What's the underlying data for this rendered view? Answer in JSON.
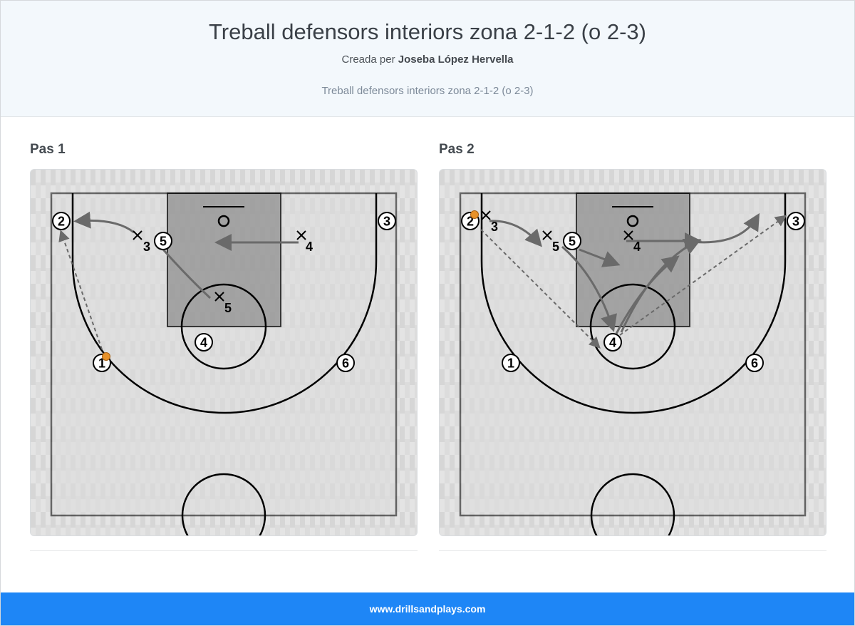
{
  "header": {
    "title": "Treball defensors interiors zona 2-1-2 (o 2-3)",
    "author_prefix": "Creada per",
    "author_name": "Joseba López Hervella",
    "subtitle": "Treball defensors interiors zona 2-1-2 (o 2-3)"
  },
  "steps": [
    {
      "title": "Pas 1",
      "offense": [
        {
          "label": "1",
          "ball": true
        },
        {
          "label": "2"
        },
        {
          "label": "3"
        },
        {
          "label": "4"
        },
        {
          "label": "5"
        },
        {
          "label": "6"
        }
      ],
      "defense": [
        {
          "label": "3"
        },
        {
          "label": "4"
        },
        {
          "label": "5"
        }
      ]
    },
    {
      "title": "Pas 2",
      "offense": [
        {
          "label": "1"
        },
        {
          "label": "2",
          "ball": true
        },
        {
          "label": "3"
        },
        {
          "label": "4"
        },
        {
          "label": "5"
        },
        {
          "label": "6"
        }
      ],
      "defense": [
        {
          "label": "3"
        },
        {
          "label": "5"
        },
        {
          "label": "4"
        }
      ]
    }
  ],
  "footer": {
    "site": "www.drillsandplays.com"
  },
  "colors": {
    "header_bg": "#f3f8fc",
    "footer_bg": "#1e86f6",
    "paint": "#9e9e9e",
    "ball": "#e8922a"
  }
}
